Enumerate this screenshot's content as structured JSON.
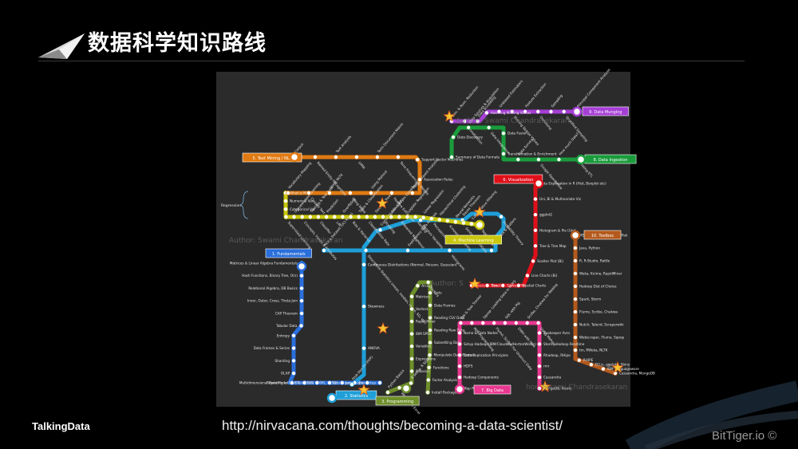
{
  "slide": {
    "title": "数据科学知识路线",
    "brand_left": "TalkingData",
    "source_url": "http://nirvacana.com/thoughts/becoming-a-data-scientist/",
    "brand_right": "BitTiger.io ©"
  },
  "map": {
    "watermarks": [
      "Author: Swami Chandrasekaran",
      "Author: Swami Chandrasekaran",
      "Author: S",
      "hor: Swami Chandrasekaran"
    ],
    "group_label": "Regression",
    "lines": [
      {
        "id": "fundamentals",
        "label": "1. Fundamentals",
        "color": "#2a6fdb"
      },
      {
        "id": "statistics",
        "label": "2. Statistics",
        "color": "#1e9fd8"
      },
      {
        "id": "programming",
        "label": "3. Programming",
        "color": "#6e8f2a"
      },
      {
        "id": "machine-learning",
        "label": "4. Machine Learning",
        "color": "#c9c70c"
      },
      {
        "id": "text-mining",
        "label": "5. Text Mining / NLP",
        "color": "#e07a12"
      },
      {
        "id": "visualization",
        "label": "6. Visualization",
        "color": "#e0101a"
      },
      {
        "id": "big-data",
        "label": "7. Big Data",
        "color": "#e8378f"
      },
      {
        "id": "data-ingestion",
        "label": "8. Data Ingestion",
        "color": "#1a9c3c"
      },
      {
        "id": "data-munging",
        "label": "9. Data Munging",
        "color": "#a63fd6"
      },
      {
        "id": "toolbox",
        "label": "10. Toolbox",
        "color": "#b45a1c"
      }
    ],
    "stations": {
      "fundamentals": [
        "Matrices & Linear Algebra Fundamentals",
        "Hash Functions, Binary Tree, O(n)",
        "Relational Algebra, DB Basics",
        "Inner, Outer, Cross, Theta Join",
        "CAP Theorem",
        "Tabular Data",
        "Entropy",
        "Data Frames & Series",
        "Sharding",
        "OLAP",
        "Multidimensional Data Model",
        "ETL",
        "Reporting vs BI vs Analytics",
        "JSON & XML",
        "NoSQL",
        "Regex",
        "Vendor Landscape",
        "Env Setup"
      ],
      "statistics": [
        "Pick a Dataset (UCI Repo)",
        "Descriptive Statistics (mean, median, range, SD, Var)",
        "Exploratory Data Analysis",
        "Histograms",
        "Percentiles & Outliers",
        "Probability Theory",
        "Bayes Theorem",
        "Random Variables",
        "Cumul Dist Fn (CDF)",
        "Continuous Distributions (Normal, Poisson, Gaussian)",
        "Skewness",
        "ANOVA",
        "Prob Den Fn (PDF)"
      ],
      "programming": [
        "Python Basics",
        "Working in Excel",
        "R Setup, R Studio",
        "R Basics",
        "Expressions",
        "Variables",
        "IBM SPSS",
        "Rapid Miner",
        "Vectors",
        "Matrices",
        "Arrays",
        "Factors",
        "Lists",
        "Data Frames",
        "Reading CSV Data",
        "Reading Raw Data",
        "Subsetting Data",
        "Manipulate Data Frames",
        "Functions",
        "Factor Analysis",
        "Install Packages"
      ],
      "machine-learning": [
        "What is ML?",
        "Numerical Var",
        "Categorical Var",
        "Supervised Learning",
        "Unsupervised Learning",
        "Concepts, Inputs & Attributes",
        "Training & Test Data",
        "Classifier",
        "Prediction",
        "Lift",
        "Overfitting",
        "Bias & Variance",
        "Trees & Classification",
        "Classification Rate",
        "Decision Trees",
        "Boosting",
        "Naive Bayes Classifiers",
        "K-Nearest Neighbour",
        "Logistic Regression",
        "Ranking",
        "Linear Regression",
        "Perceptron",
        "Hierarchical Clustering",
        "K-means Clustering",
        "Neural Networks",
        "Sentiment Analysis",
        "Collaborative Filtering",
        "Tagging"
      ],
      "text-mining": [
        "Corpus",
        "Named Entity Recognition",
        "Text Analysis",
        "UIMA",
        "Term Document Matrix",
        "Term Frequency & Weight",
        "Support Vector Machines",
        "Association Rules",
        "Market Based Analysis",
        "Feature Extraction",
        "Using Mahout",
        "Using Weka",
        "Using NLTK",
        "Classify Text",
        "Vocabulary Mapping"
      ],
      "visualization": [
        "Data Exploration in R (Hist, Boxplot etc)",
        "Uni, Bi & Multivariate Viz",
        "ggplot2",
        "Histogram & Pie (Uni)",
        "Tree & Tree Map",
        "Scatter Plot (Bi)",
        "Line Charts (Bi)",
        "Spatial Charts",
        "Survey Plot",
        "Timeline",
        "Decision Tree"
      ],
      "big-data": [
        "Map Reduce Fundamentals",
        "Hadoop Components",
        "HDFS",
        "Data Replication Principles",
        "Setup Hadoop (IBM/Cloudera/HortonWorks)",
        "Name & Data Nodes",
        "Job & Task Tracker",
        "M/R Programming",
        "Sqoop: Loading Data in HDFS",
        "Flume, Scribe: For Unstruct Data",
        "SQL with Pig",
        "DWH with Hive",
        "Scribe, Chukwa for Weblog",
        "Using Mahout",
        "Zookeeper Avro",
        "Storm: Hadoop Realtime",
        "Rhadoop, RHipe",
        "rmr",
        "Cassandra",
        "MongoDB, Neo4j"
      ],
      "data-ingestion": [
        "Summary of Data Formats",
        "Data Discovery",
        "Data Sources & Acquisition",
        "Data Integration",
        "Data Fusion",
        "Transformation & Enrichment",
        "Data Survey",
        "Google OpenRefine",
        "How much Data?",
        "Using ETL"
      ],
      "data-munging": [
        "Dim. & Num. Reduction",
        "Normalization",
        "Data Scrubbing",
        "Handling Missing Values",
        "Unbiased Estimators",
        "Binning Sparse Values",
        "Feature Extraction",
        "Denoising",
        "Sampling",
        "Stratified Sampling",
        "Principal Component Analysis"
      ],
      "toolbox": [
        "MS Excel w/ Analysis ToolPak",
        "Java, Python",
        "R, R-Studio, Rattle",
        "Weka, Knime, RapidMiner",
        "Hadoop Dist of Choice",
        "Spark, Storm",
        "Flume, Scribe, Chukwa",
        "Nutch, Talend, Scraperwiki",
        "Webscraper, Flume, Sqoop",
        "tm, RWeka, NLTK",
        "RHIPE",
        "D3.js, ggplot2, Shiny",
        "IBM Languageware",
        "Cassandra, MongoDB"
      ]
    }
  }
}
